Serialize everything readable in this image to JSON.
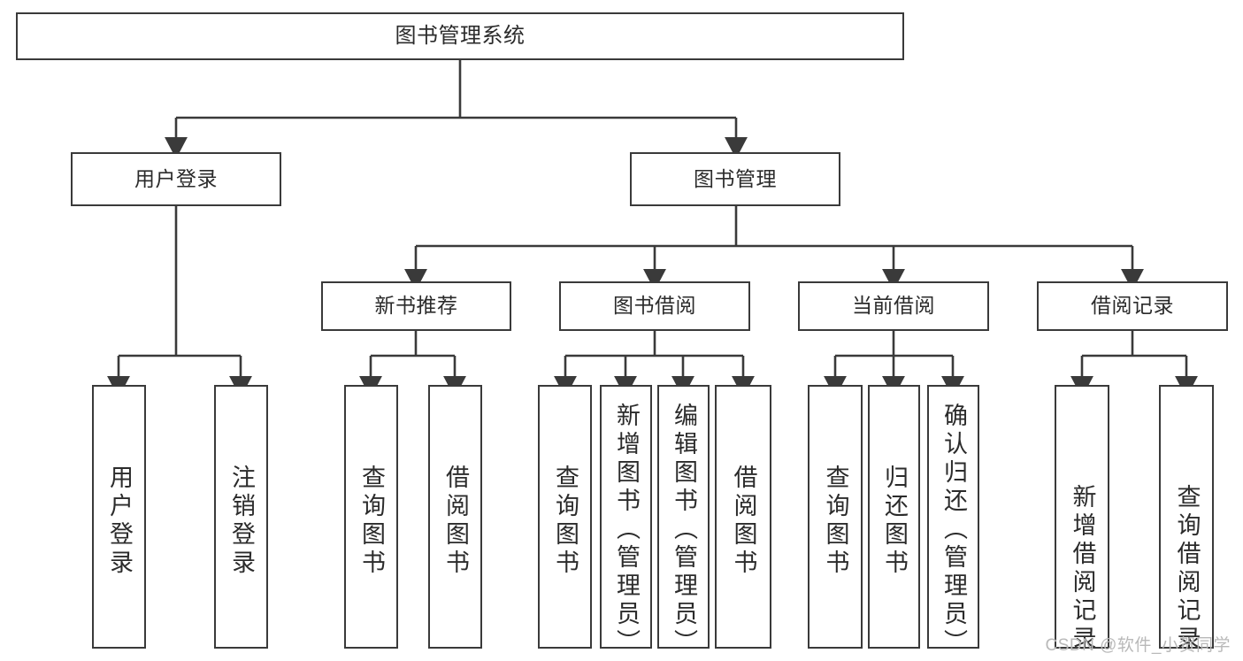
{
  "diagram": {
    "title": "图书管理系统",
    "type": "tree",
    "watermark": "CSDN @软件_小贺同学",
    "colors": {
      "stroke": "#3a3a3a",
      "fill": "#ffffff",
      "text": "#2b2b2b",
      "watermark": "#b9b9b9"
    },
    "levels": {
      "root": "图书管理系统",
      "level1": [
        "用户登录",
        "图书管理"
      ],
      "level2": [
        "新书推荐",
        "图书借阅",
        "当前借阅",
        "借阅记录"
      ]
    },
    "nodes": {
      "root": {
        "label": "图书管理系统",
        "level": 0,
        "parent": null
      },
      "user_login": {
        "label": "用户登录",
        "level": 1,
        "parent": "root"
      },
      "book_manage": {
        "label": "图书管理",
        "level": 1,
        "parent": "root"
      },
      "new_book_rec": {
        "label": "新书推荐",
        "level": 2,
        "parent": "book_manage"
      },
      "book_borrow": {
        "label": "图书借阅",
        "level": 2,
        "parent": "book_manage"
      },
      "current_borrow": {
        "label": "当前借阅",
        "level": 2,
        "parent": "book_manage"
      },
      "borrow_record": {
        "label": "借阅记录",
        "level": 2,
        "parent": "book_manage"
      },
      "leaf_user_login": {
        "label": "用户登录",
        "level": 2,
        "parent": "user_login"
      },
      "leaf_logout": {
        "label": "注销登录",
        "level": 2,
        "parent": "user_login"
      },
      "leaf_query_book_1": {
        "label": "查询图书",
        "level": 3,
        "parent": "new_book_rec"
      },
      "leaf_borrow_book_1": {
        "label": "借阅图书",
        "level": 3,
        "parent": "new_book_rec"
      },
      "leaf_query_book_2": {
        "label": "查询图书",
        "level": 3,
        "parent": "book_borrow"
      },
      "leaf_add_book": {
        "label": "新增图书（管理员）",
        "level": 3,
        "parent": "book_borrow"
      },
      "leaf_edit_book": {
        "label": "编辑图书（管理员）",
        "level": 3,
        "parent": "book_borrow"
      },
      "leaf_borrow_book_2": {
        "label": "借阅图书",
        "level": 3,
        "parent": "book_borrow"
      },
      "leaf_query_book_3": {
        "label": "查询图书",
        "level": 3,
        "parent": "current_borrow"
      },
      "leaf_return_book": {
        "label": "归还图书",
        "level": 3,
        "parent": "current_borrow"
      },
      "leaf_confirm_return": {
        "label": "确认归还（管理员）",
        "level": 3,
        "parent": "current_borrow"
      },
      "leaf_add_record": {
        "label": "新增借阅记录",
        "level": 3,
        "parent": "borrow_record"
      },
      "leaf_query_record": {
        "label": "查询借阅记录",
        "level": 3,
        "parent": "borrow_record"
      }
    }
  }
}
